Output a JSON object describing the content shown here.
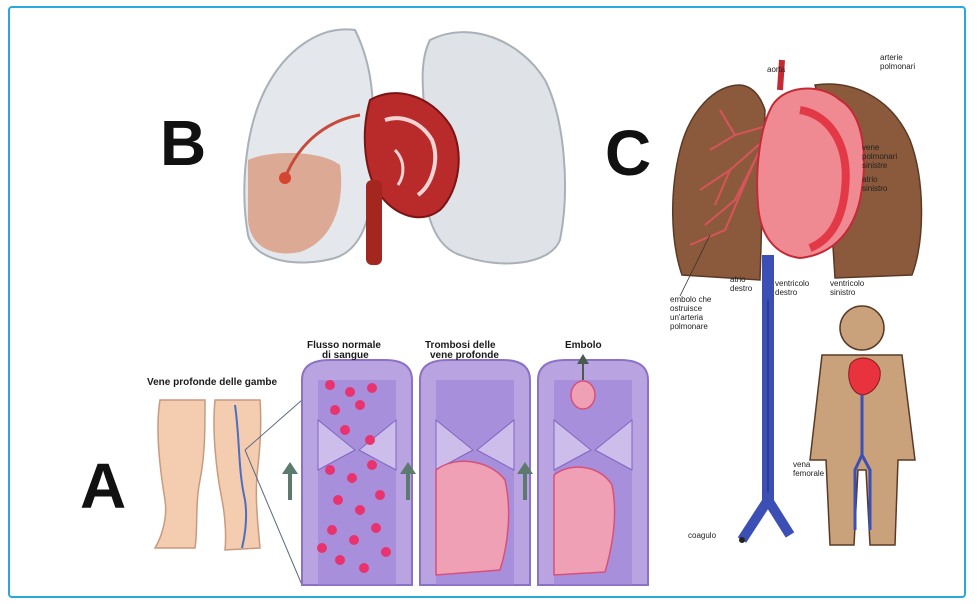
{
  "panels": {
    "a": {
      "letter": "A",
      "title_legs": "Vene profonde delle gambe",
      "stage1_title": [
        "Flusso normale",
        "di sangue"
      ],
      "stage2_title": [
        "Trombosi delle",
        "vene profonde"
      ],
      "stage3_title": "Embolo"
    },
    "b": {
      "letter": "B"
    },
    "c": {
      "letter": "C",
      "labels": {
        "aorta": "aorta",
        "arterie": [
          "arterie",
          "polmonari"
        ],
        "vene": [
          "vene",
          "polmonari",
          "sinistre"
        ],
        "atrio_sinistro": [
          "atrio",
          "sinistro"
        ],
        "atrio_destro": [
          "atrio",
          "destro"
        ],
        "ventricolo_destro": [
          "ventricolo",
          "destro"
        ],
        "ventricolo_sinistro": [
          "ventricolo",
          "sinistro"
        ],
        "embolo": [
          "embolo che",
          "ostruisce",
          "un'arteria",
          "polmonare"
        ],
        "vena_femorale": [
          "vena",
          "femorale"
        ],
        "coagulo": "coagulo"
      }
    }
  },
  "colors": {
    "frame": "#2aa8dc",
    "vein_wall": "#b9a3e0",
    "vein_lumen": "#8d6fd0",
    "blood_cell": "#e8336f",
    "lung_brown": "#8b5a3c",
    "heart_red": "#e83a4a",
    "vena_blue": "#3b4fb5",
    "body_tan": "#c9a27b"
  }
}
